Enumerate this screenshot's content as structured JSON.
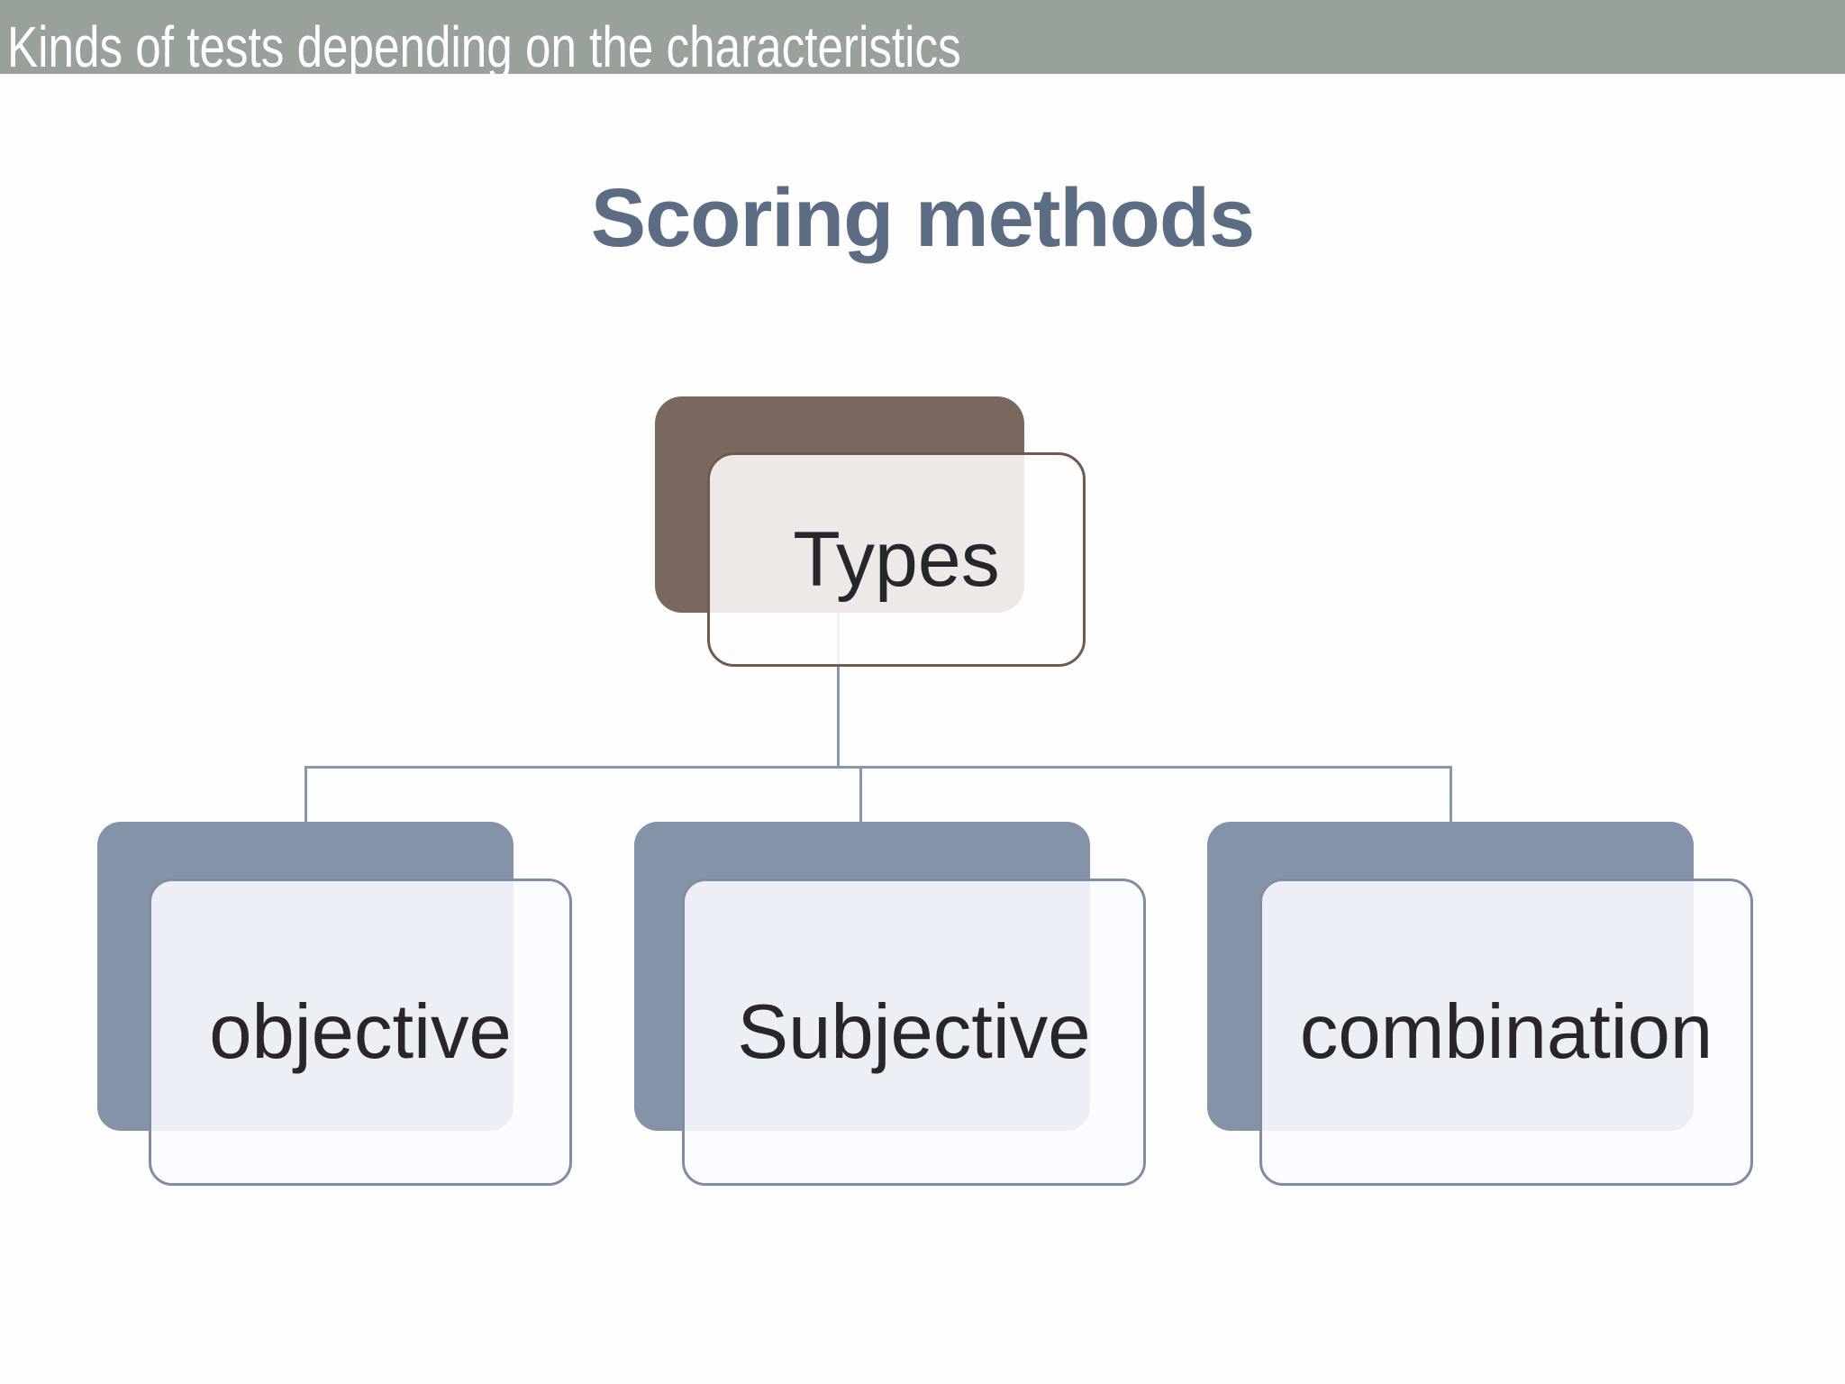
{
  "header": {
    "title": "Kinds of tests depending on the characteristics"
  },
  "slide": {
    "title": "Scoring methods"
  },
  "diagram": {
    "type": "hierarchy",
    "root": {
      "label": "Types"
    },
    "children": [
      {
        "label": "objective"
      },
      {
        "label": "Subjective"
      },
      {
        "label": "combination"
      }
    ]
  },
  "colors": {
    "slide_bg": "#fdfdfd",
    "header_bg": "#98a29a",
    "header_text": "#ffffff",
    "title_text": "#5b6c83",
    "root_back": "#7a685e",
    "root_border": "#6e5b4e",
    "child_back": "#8493a8",
    "child_border": "#7e8da3",
    "connector": "#8897aa",
    "box_text": "#26262c"
  }
}
